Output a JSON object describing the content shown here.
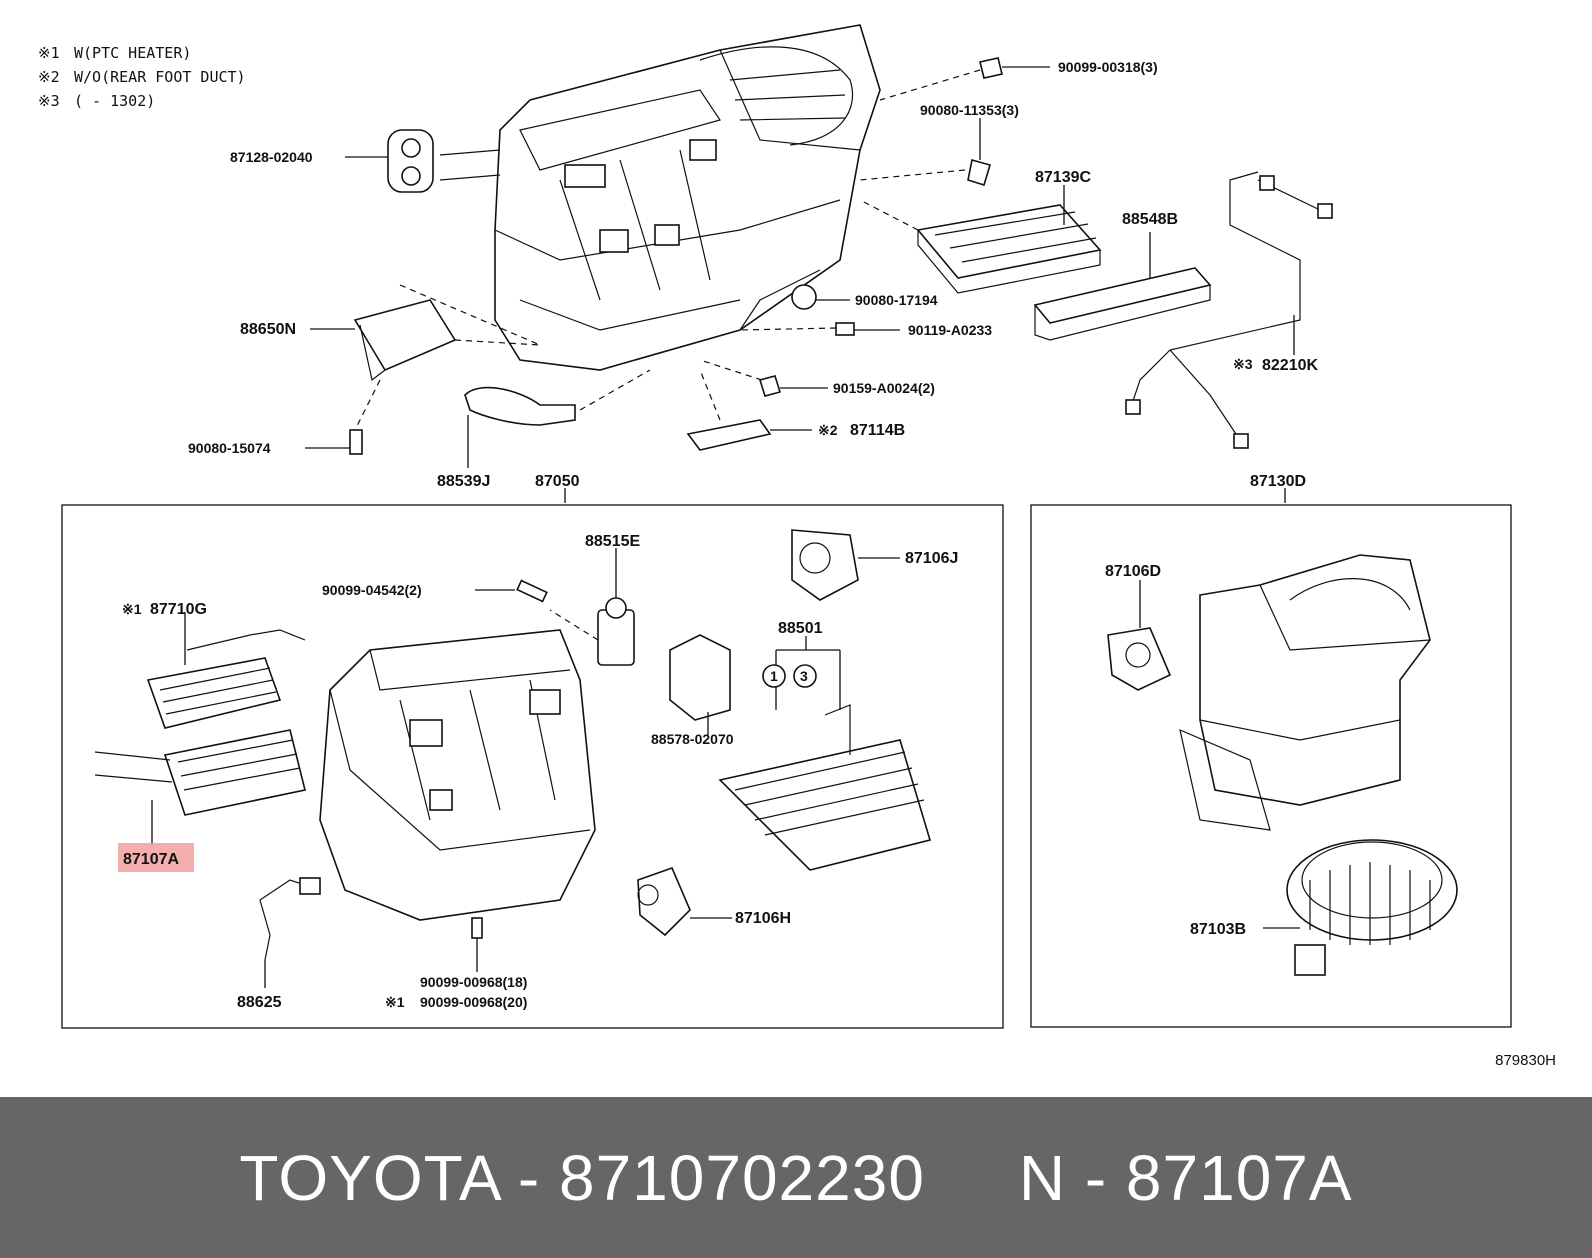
{
  "notes": [
    {
      "mark": "※1",
      "text": "W(PTC HEATER)"
    },
    {
      "mark": "※2",
      "text": "W/O(REAR FOOT DUCT)"
    },
    {
      "mark": "※3",
      "text": "(     - 1302)"
    }
  ],
  "labels": {
    "p87128": "87128-02040",
    "p88650": "88650N",
    "p90080_15074": "90080-15074",
    "p88539": "88539J",
    "p87050": "87050",
    "p90099_00318": "90099-00318(3)",
    "p90080_11353": "90080-11353(3)",
    "p87139": "87139C",
    "p88548": "88548B",
    "p90080_17194": "90080-17194",
    "p90119": "90119-A0233",
    "p90159": "90159-A0024(2)",
    "p87114": "87114B",
    "p87114_mark": "※2",
    "p82210": "82210K",
    "p82210_mark": "※3",
    "p87130": "87130D",
    "p88515": "88515E",
    "p87106J": "87106J",
    "p90099_04542": "90099-04542(2)",
    "p87710": "87710G",
    "p87710_mark": "※1",
    "p88501": "88501",
    "c1": "1",
    "c3": "3",
    "p88578": "88578-02070",
    "p87107": "87107A",
    "p87106H": "87106H",
    "p88625": "88625",
    "p90099_00968a": "90099-00968(18)",
    "p90099_00968b": "90099-00968(20)",
    "p90099_00968b_mark": "※1",
    "p87106D": "87106D",
    "p87103": "87103B"
  },
  "catalog_code": "879830H",
  "footer": {
    "text": "TOYOTA - 8710702230     N - 87107A"
  },
  "highlight_color": "#f2a0a0",
  "footer_color": "#666666"
}
